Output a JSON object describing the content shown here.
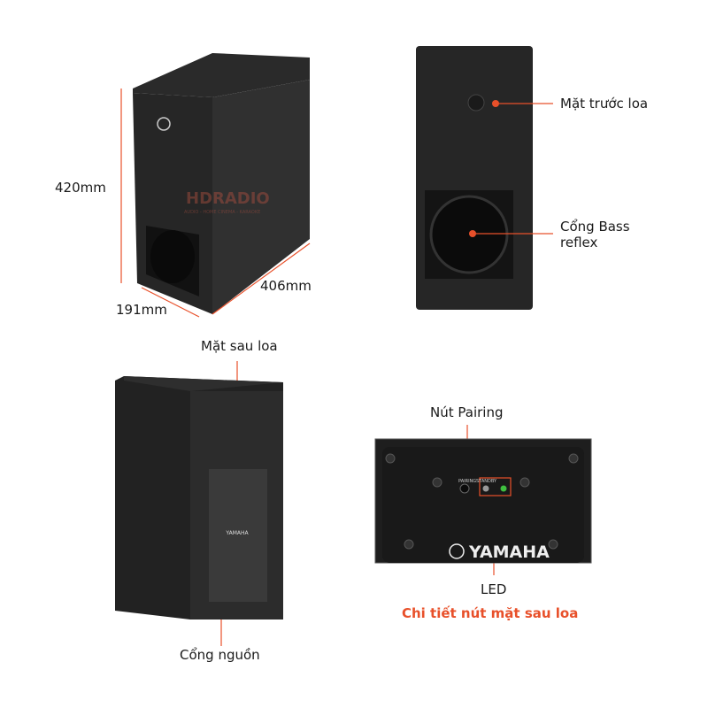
{
  "dimensions": {
    "height": "420mm",
    "depth": "191mm",
    "width": "406mm"
  },
  "watermark": {
    "brand": "HDRADIO",
    "tagline": "AUDIO - HOME CINEMA - KARAOKE"
  },
  "callouts": {
    "front": "Mặt trước loa",
    "bass_reflex_line1": "Cổng Bass",
    "bass_reflex_line2": "reflex",
    "rear": "Mặt sau loa",
    "power_port": "Cổng nguồn",
    "pairing_button": "Nút Pairing",
    "led": "LED"
  },
  "panel": {
    "pairing": "PAIRING",
    "standby": "STANDBY",
    "logo": "YAMAHA"
  },
  "detail_title": "Chi tiết nút mặt sau loa",
  "colors": {
    "accent": "#e8502a",
    "speaker": "#1f1f1f",
    "led_on": "#3fbf3f"
  }
}
